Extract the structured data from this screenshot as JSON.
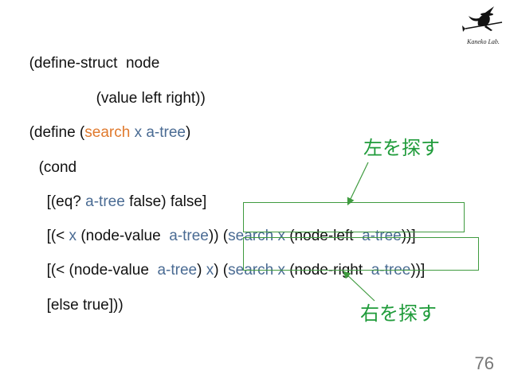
{
  "colors": {
    "text": "#111111",
    "search_keyword": "#e07a2e",
    "variable": "#4a6b93",
    "annotation": "#1f9b3a",
    "box": "#3f9b3f"
  },
  "code": {
    "l1": {
      "a": "(define-struct  node"
    },
    "l2": {
      "a": "(value left right))"
    },
    "l3": {
      "a": "(define (",
      "search": "search",
      "b": " ",
      "x": "x",
      "c": " ",
      "tree": "a-tree",
      "d": ")"
    },
    "l4": {
      "a": "(cond"
    },
    "l5": {
      "a": "[(eq? ",
      "tree": "a-tree",
      "b": " false) false]"
    },
    "l6": {
      "a": "[(< ",
      "x": "x",
      "b": " (node-value  ",
      "tree": "a-tree",
      "c": ")) (",
      "search": "search",
      "d": " ",
      "x2": "x",
      "e": " (node-left  ",
      "tree2": "a-tree",
      "f": "))]"
    },
    "l7": {
      "a": "[(< (node-value  ",
      "tree": "a-tree",
      "b": ") ",
      "x": "x",
      "c": ") (",
      "search": "search",
      "d": " ",
      "x2": "x",
      "e": " (node-right  ",
      "tree2": "a-tree",
      "f": "))]"
    },
    "l8": {
      "a": "[else true]))"
    }
  },
  "annotations": {
    "left": "左を探す",
    "right": "右を探す"
  },
  "logo": {
    "icon": "witch-on-broom-icon",
    "caption": "Kaneko Lab."
  },
  "page_number": "76"
}
